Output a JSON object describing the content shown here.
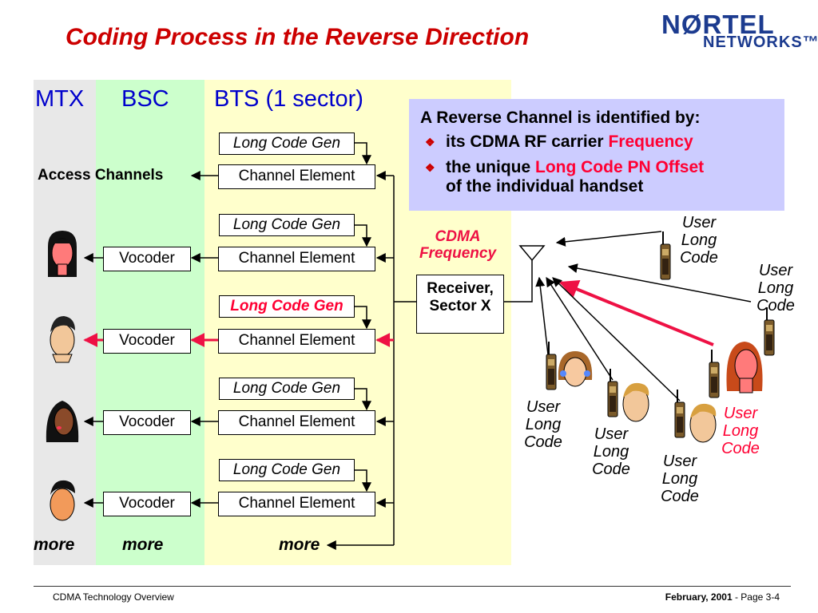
{
  "title": "Coding Process in the Reverse Direction",
  "logo": {
    "line1": "NØRTEL",
    "line2": "NETWORKS™"
  },
  "columns": {
    "mtx": "MTX",
    "bsc": "BSC",
    "bts": "BTS (1 sector)"
  },
  "access_channels": "Access Channels",
  "long_code_gen": "Long Code Gen",
  "channel_element": "Channel Element",
  "vocoder": "Vocoder",
  "more": "more",
  "info": {
    "heading": "A Reverse Channel is identified by:",
    "bullet1_prefix": "its CDMA RF carrier ",
    "bullet1_highlight": "Frequency",
    "bullet2_prefix": "the unique ",
    "bullet2_highlight": "Long Code PN Offset",
    "bullet2_suffix": "of the individual handset"
  },
  "cdma_frequency": {
    "line1": "CDMA",
    "line2": "Frequency"
  },
  "receiver": {
    "line1": "Receiver,",
    "line2": "Sector X"
  },
  "user_label": {
    "line1": "User",
    "line2": "Long",
    "line3": "Code"
  },
  "footer": {
    "left": "CDMA Technology Overview",
    "date": "February, 2001",
    "sep": " -  ",
    "page": "Page 3-4"
  },
  "colors": {
    "accent_red": "#ff0033",
    "title_red": "#cc0000",
    "blue": "#0000cc",
    "mtx_band": "#e8e8e8",
    "bsc_band": "#ccffcc",
    "bts_band": "#ffffcc",
    "info_bg": "#ccccff"
  }
}
